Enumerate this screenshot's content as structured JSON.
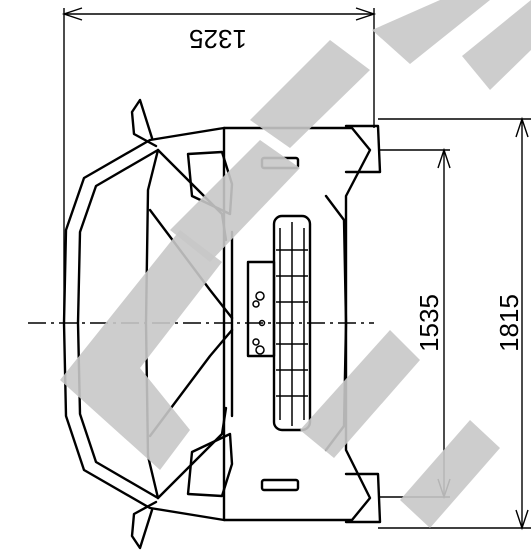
{
  "dimensions": {
    "overall_height": "1325",
    "front_track": "1535",
    "overall_width": "1815"
  },
  "watermark": {
    "text": "CERTI",
    "color": "#c8c8c8"
  },
  "line_color": "#000000"
}
